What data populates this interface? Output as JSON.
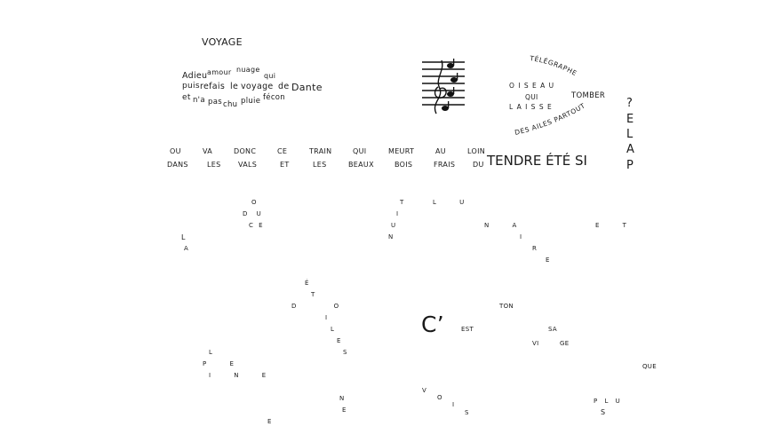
{
  "title": "VOYAGE",
  "stanza": [
    "Adieu",
    "amour",
    "nuage",
    "qui",
    "puis",
    "refais",
    "le",
    "voyage",
    "de",
    "Dante",
    "et",
    "n'a",
    "pas",
    "chu",
    "pluie",
    "fécon"
  ],
  "telegraph": {
    "arc": "TÉLÉGRAPHE",
    "oiseau": "O I S E A U",
    "qui": "QUI",
    "tomber": "TOMBER",
    "laisse": "L A I S S E",
    "arc2": "DES AILES PARTOUT"
  },
  "train_row1": [
    "OU",
    "VA",
    "DONC",
    "CE",
    "TRAIN",
    "QUI",
    "MEURT",
    "AU",
    "LOIN"
  ],
  "train_row2": [
    "DANS",
    "LES",
    "VALS",
    "ET",
    "LES",
    "BEAUX",
    "BOIS",
    "FRAIS",
    "DU"
  ],
  "tendre": "TENDRE ÉTÉ SI",
  "pale": [
    "?",
    "E",
    "L",
    "A",
    "P"
  ],
  "scattered": [
    "O",
    "D U",
    "C E",
    "L",
    "A",
    "T",
    "L U",
    "I",
    "U",
    "N",
    "N A",
    "I",
    "R",
    "E",
    "E T",
    "É",
    "T",
    "D O",
    "I",
    "L",
    "E",
    "S",
    "C’",
    "EST",
    "TON",
    "SA",
    "VI",
    "GE",
    "L",
    "P E",
    "I N E",
    "QUE",
    "N",
    "E",
    "V",
    "O",
    "I",
    "S",
    "P L U",
    "S",
    "E"
  ],
  "icons": [
    "treble-clef-icon"
  ]
}
